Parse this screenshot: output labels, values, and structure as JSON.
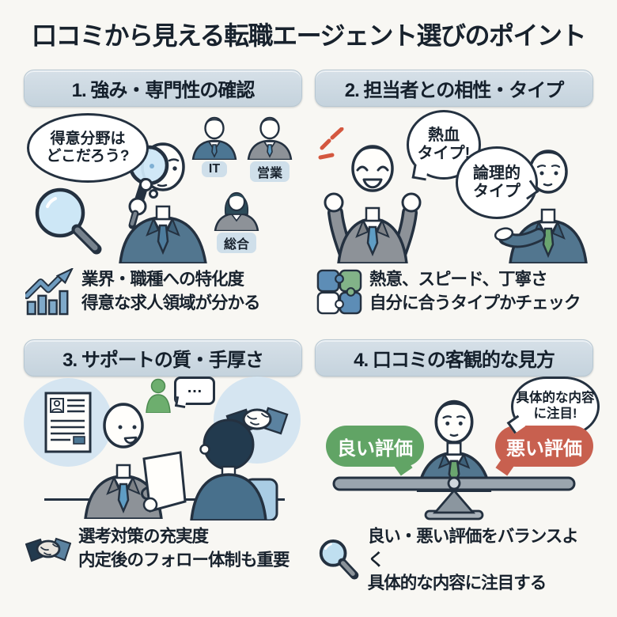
{
  "title": "口コミから見える転職エージェント選びのポイント",
  "colors": {
    "background": "#f8f7f3",
    "heading_text": "#18222d",
    "header_badge_bg": "#cbd8e1",
    "good_green": "#61a465",
    "bad_red": "#c8604f",
    "accent_blue": "#5d8db6",
    "accent_green": "#82b388",
    "outline_dark": "#243140"
  },
  "sections": {
    "s1": {
      "header": "1. 強み・専門性の確認",
      "thought": {
        "line1": "得意分野は",
        "line2": "どこだろう?"
      },
      "avatars": [
        {
          "label": "IT"
        },
        {
          "label": "営業"
        },
        {
          "label": "総合"
        }
      ],
      "caption": {
        "line1": "業界・職種への特化度",
        "line2": "得意な求人領域が分かる"
      }
    },
    "s2": {
      "header": "2. 担当者との相性・タイプ",
      "bubble_hot": {
        "line1": "熱血",
        "line2": "タイプ!"
      },
      "bubble_logic": {
        "line1": "論理的",
        "line2": "タイプ"
      },
      "caption": {
        "line1": "熱意、スピード、丁寧さ",
        "line2": "自分に合うタイプかチェック"
      }
    },
    "s3": {
      "header": "3. サポートの質・手厚さ",
      "chat_dots": "…",
      "caption": {
        "line1": "選考対策の充実度",
        "line2": "内定後のフォロー体制も重要"
      }
    },
    "s4": {
      "header": "4. 口コミの客観的な見方",
      "speech": {
        "line1": "具体的な内容",
        "line2": "に注目!"
      },
      "good_label": "良い評価",
      "bad_label": "悪い評価",
      "caption": {
        "line1": "良い・悪い評価をバランスよく",
        "line2": "具体的な内容に注目する"
      }
    }
  }
}
